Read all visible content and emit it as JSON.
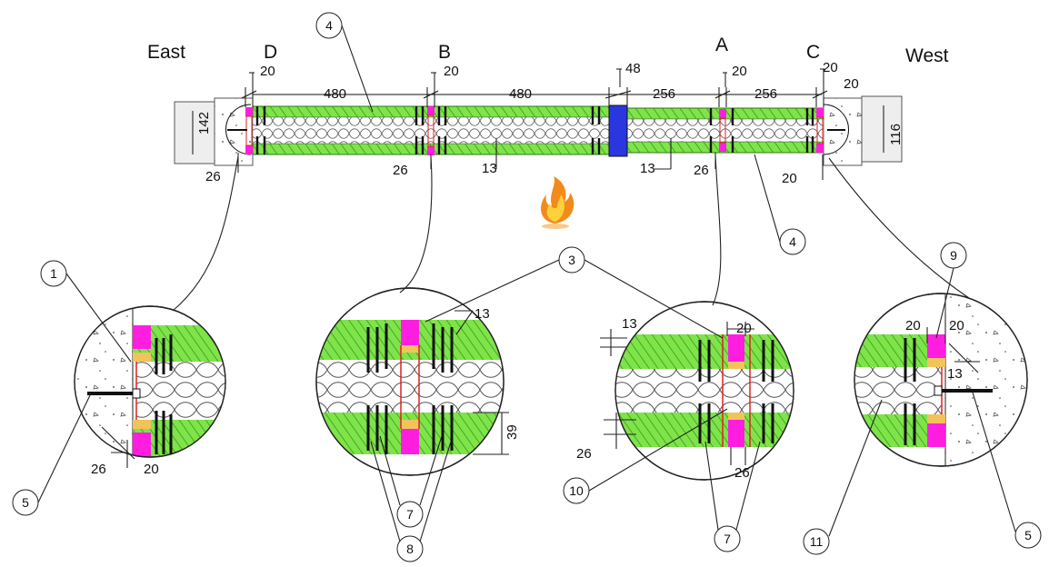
{
  "labels": {
    "east": "East",
    "west": "West",
    "section_d": "D",
    "section_b": "B",
    "section_a": "A",
    "section_c": "C"
  },
  "dimensions": {
    "d1": "20",
    "d2": "20",
    "d3": "48",
    "d4": "20",
    "d5": "20",
    "d6": "20",
    "len_480_a": "480",
    "len_480_b": "480",
    "len_256_a": "256",
    "len_256_b": "256",
    "h_142": "142",
    "h_116": "116",
    "b26_a": "26",
    "b26_b": "26",
    "b26_c": "26",
    "w20_c": "20",
    "g13_a": "13",
    "g13_b": "13",
    "det1_26": "26",
    "det1_20": "20",
    "det2_13": "13",
    "det2_39": "39",
    "det3_13": "13",
    "det3_20": "20",
    "det3_26a": "26",
    "det3_26b": "26",
    "det4_20a": "20",
    "det4_20b": "20",
    "det4_13": "13"
  },
  "callouts": [
    "1",
    "3",
    "4",
    "4",
    "5",
    "5",
    "7",
    "7",
    "8",
    "9",
    "10",
    "11"
  ],
  "icons": {
    "fire": "fire-icon"
  },
  "colors": {
    "board": "#7fe34a",
    "stud_pink": "#ff1ee0",
    "tape": "#f2c35a",
    "joint_blue": "#2a36e0"
  }
}
